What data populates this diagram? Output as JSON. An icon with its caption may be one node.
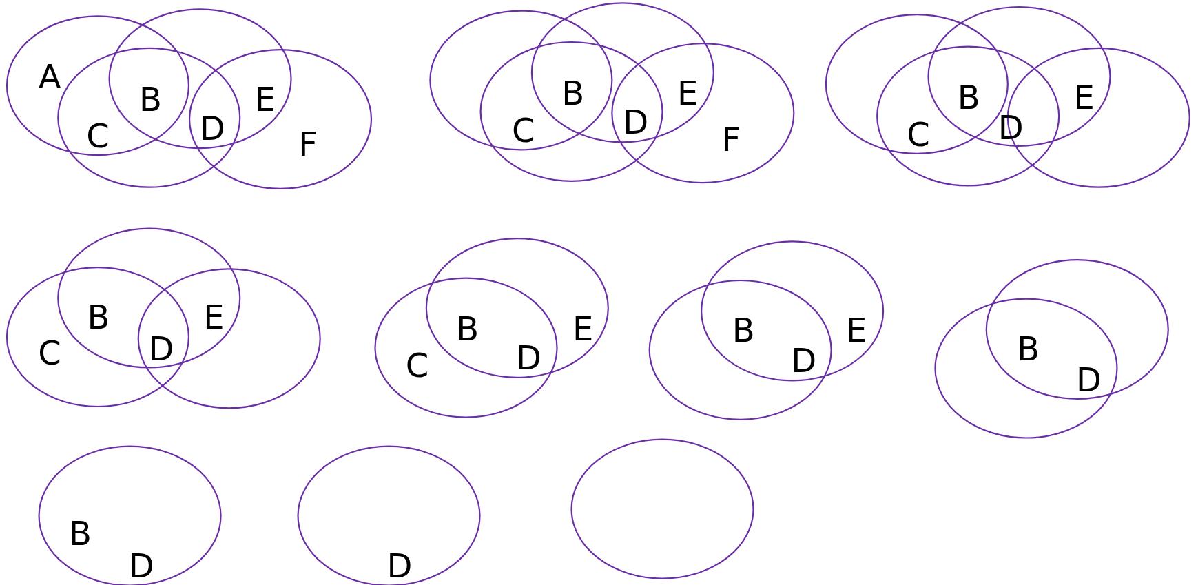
{
  "diagram": {
    "labels": [
      "A",
      "B",
      "C",
      "D",
      "E",
      "F",
      "B",
      "C",
      "D",
      "E",
      "F",
      "B",
      "C",
      "D",
      "E",
      "B",
      "C",
      "D",
      "E",
      "B",
      "C",
      "D",
      "E",
      "B",
      "D",
      "E",
      "B",
      "D",
      "B",
      "D",
      "D"
    ]
  }
}
